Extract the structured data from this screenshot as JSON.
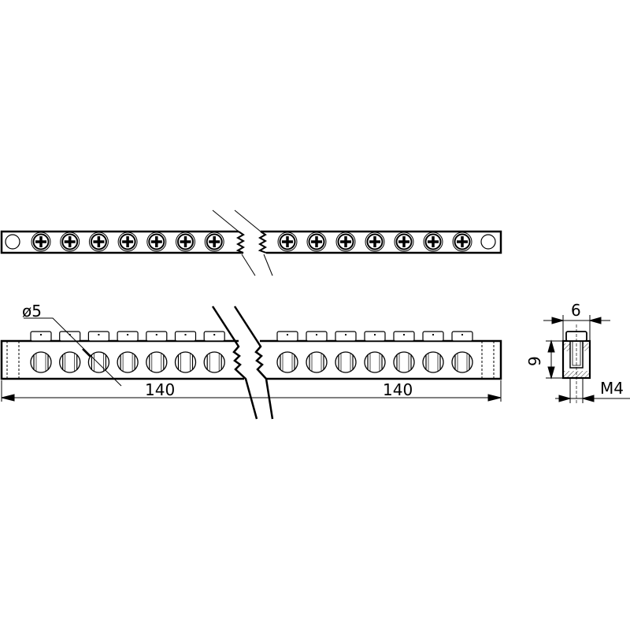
{
  "drawing": {
    "hole_diameter_label": "ø5",
    "length_left_label": "140",
    "length_right_label": "140",
    "width_label": "6",
    "height_label": "9",
    "thread_label": "M4",
    "terminals_per_section": 7
  }
}
